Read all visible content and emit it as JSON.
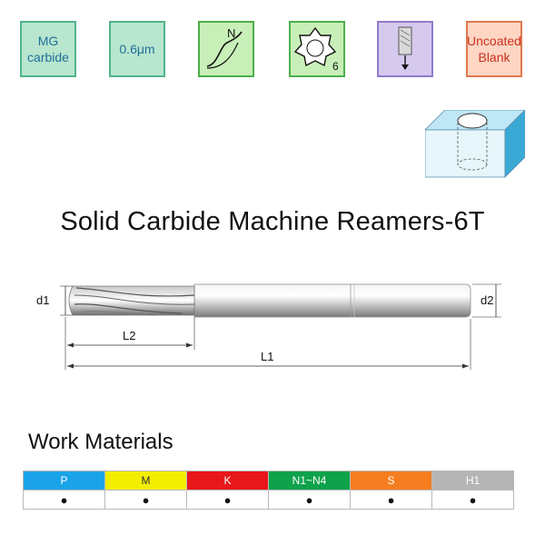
{
  "badges": {
    "material_line1": "MG",
    "material_line2": "carbide",
    "grain": "0.6μm",
    "helix_type": "N",
    "flutes": "6",
    "coating_line1": "Uncoated",
    "coating_line2": "Blank"
  },
  "icons": [
    "cube-with-hole-icon",
    "helix-type-n-icon",
    "six-flute-icon",
    "shank-direction-icon"
  ],
  "title": "Solid Carbide Machine Reamers-6T",
  "dimensions": {
    "d1": "d1",
    "d2": "d2",
    "l1": "L1",
    "l2": "L2"
  },
  "work_materials": {
    "heading": "Work Materials",
    "columns": [
      {
        "label": "P",
        "color": "#1aa3e8",
        "mark": "●"
      },
      {
        "label": "M",
        "color": "#f3ee00",
        "mark": "●"
      },
      {
        "label": "K",
        "color": "#e8171b",
        "mark": "●"
      },
      {
        "label": "N1~N4",
        "color": "#0ea24b",
        "mark": "●"
      },
      {
        "label": "S",
        "color": "#f57d1f",
        "mark": "●"
      },
      {
        "label": "H1",
        "color": "#b5b5b5",
        "mark": "●"
      }
    ]
  }
}
